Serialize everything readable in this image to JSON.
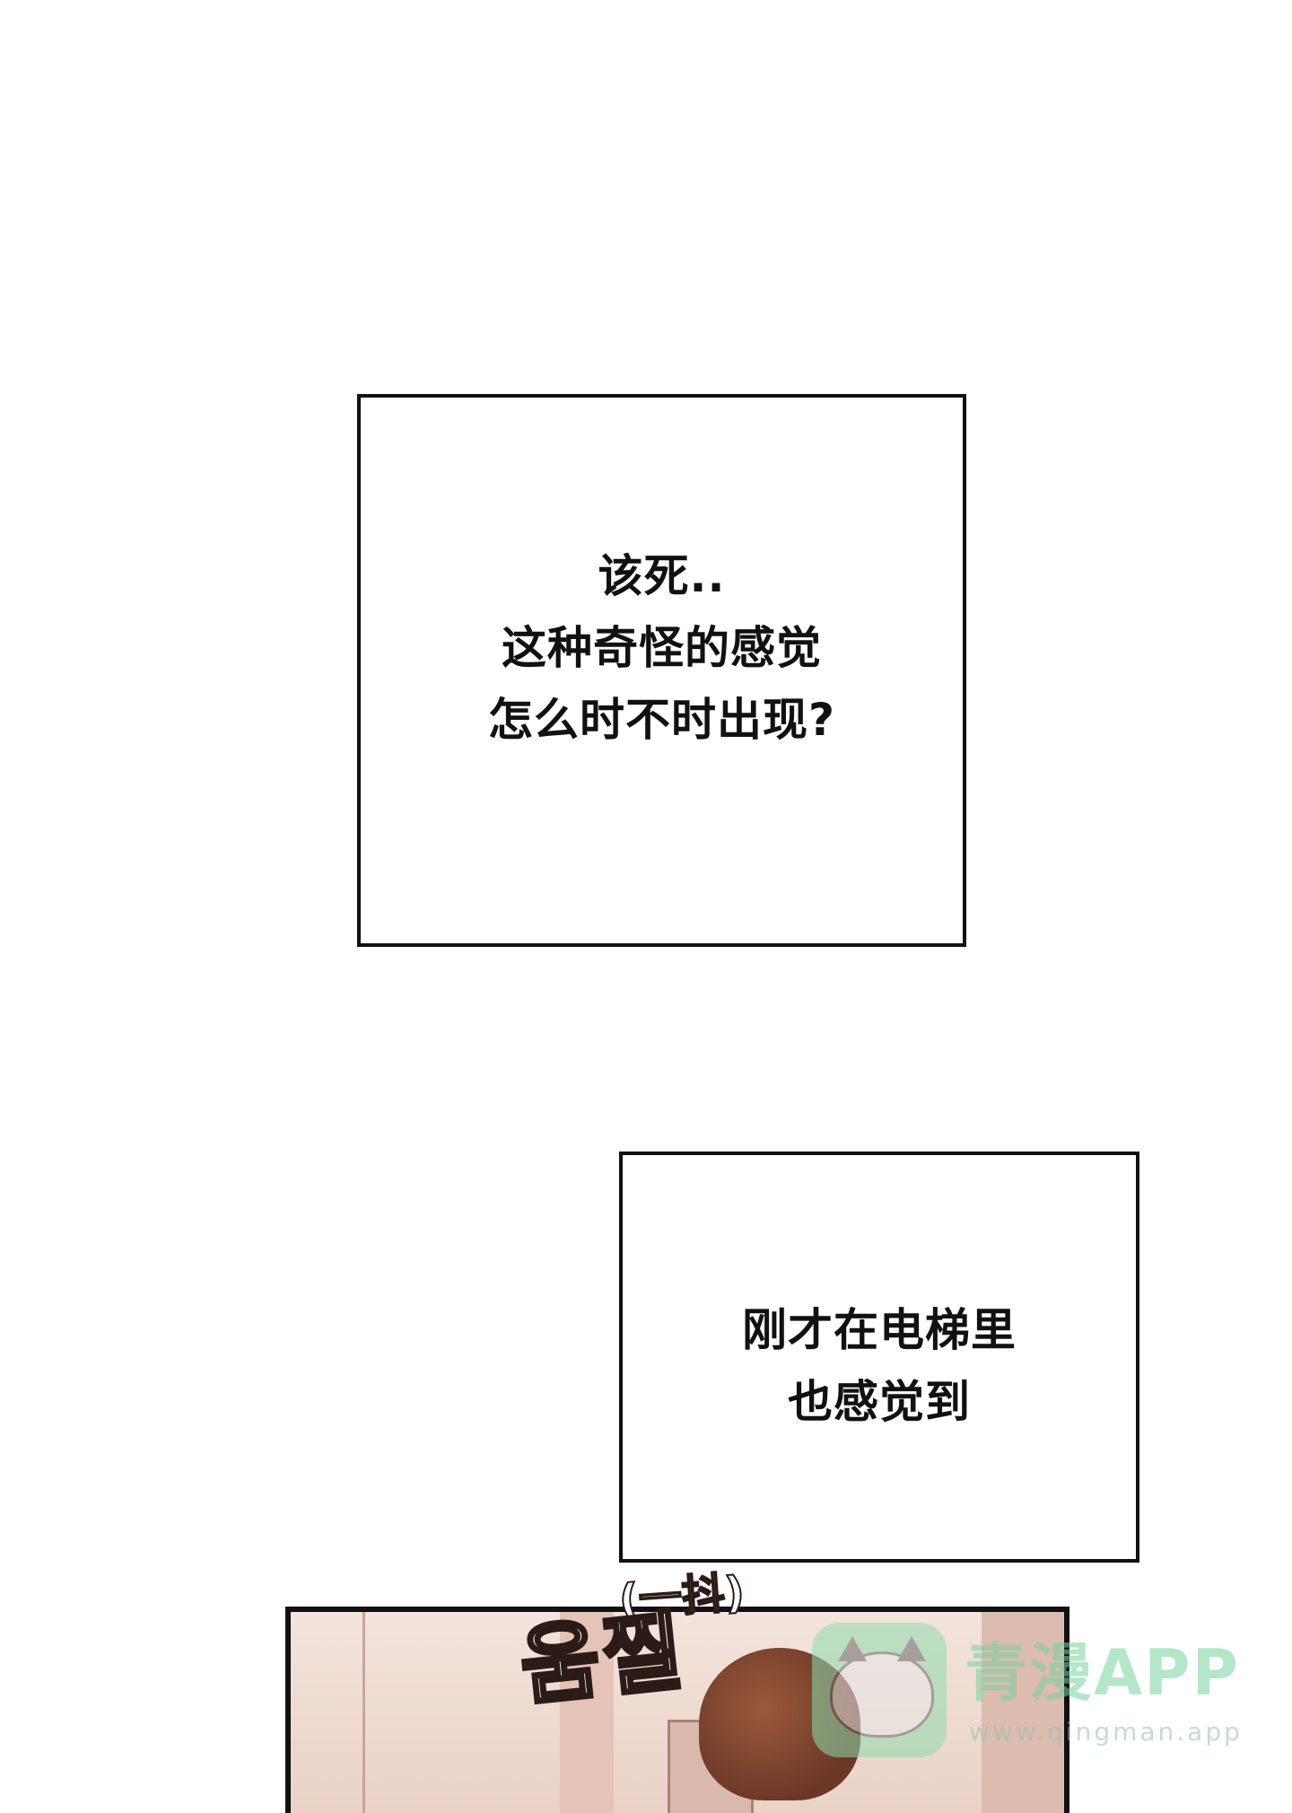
{
  "captions": [
    {
      "lines": [
        "该死..",
        "这种奇怪的感觉",
        "怎么时不时出现?"
      ]
    },
    {
      "lines": [
        "刚才在电梯里",
        "也感觉到"
      ]
    }
  ],
  "art_panel": {
    "sfx_main": "움찔",
    "sfx_translation": "(一抖)"
  },
  "watermark": {
    "title": "青漫APP",
    "url": "www.qingman.app",
    "icon": "cat-logo-icon",
    "color": "#77d39e"
  }
}
